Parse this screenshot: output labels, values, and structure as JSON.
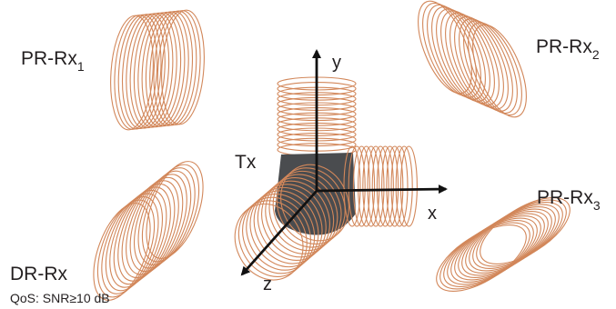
{
  "colors": {
    "coil": "#d2875a",
    "axis": "#111111",
    "tx_core": "#4a4c4f",
    "text": "#231f20"
  },
  "labels": {
    "pr_rx1": {
      "base": "PR-Rx",
      "sub": "1"
    },
    "pr_rx2": {
      "base": "PR-Rx",
      "sub": "2"
    },
    "pr_rx3": {
      "base": "PR-Rx",
      "sub": "3"
    },
    "dr_rx": "DR-Rx",
    "qos": "QoS: SNR≥10 dB",
    "tx": "Tx",
    "axis_x": "x",
    "axis_y": "y",
    "axis_z": "z"
  }
}
